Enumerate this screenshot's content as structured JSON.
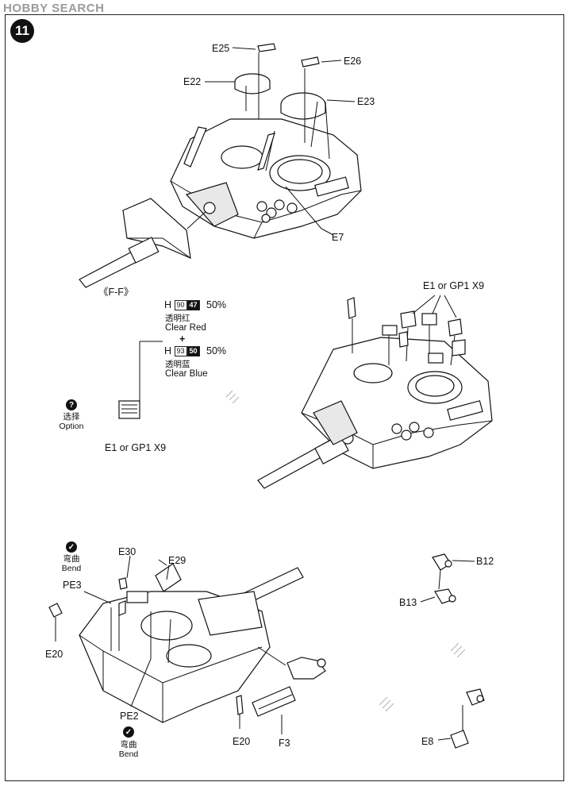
{
  "watermark": "HOBBY SEARCH",
  "step_number": "11",
  "labels": {
    "e25": "E25",
    "e26": "E26",
    "e22": "E22",
    "e23": "E23",
    "e7": "E7",
    "ff": "《F-F》",
    "e1_gp1_top": "E1 or GP1 X9",
    "e1_gp1_left": "E1 or GP1 X9",
    "e30": "E30",
    "e29": "E29",
    "pe3": "PE3",
    "e20_left": "E20",
    "pe2": "PE2",
    "e20_bottom": "E20",
    "f3": "F3",
    "b12": "B12",
    "b13": "B13",
    "e8": "E8"
  },
  "paint": {
    "h": "H",
    "color1_code1": "90",
    "color1_code2": "47",
    "color1_pct": "50%",
    "color1_cn": "透明红",
    "color1_name": "Clear Red",
    "plus": "+",
    "color2_code1": "93",
    "color2_code2": "50",
    "color2_pct": "50%",
    "color2_cn": "透明蓝",
    "color2_name": "Clear Blue"
  },
  "option": {
    "icon": "?",
    "cn": "选择",
    "en": "Option"
  },
  "bend_top": {
    "icon": "check-icon",
    "cn": "弯曲",
    "en": "Bend"
  },
  "bend_bottom": {
    "icon": "check-icon",
    "cn": "弯曲",
    "en": "Bend"
  }
}
